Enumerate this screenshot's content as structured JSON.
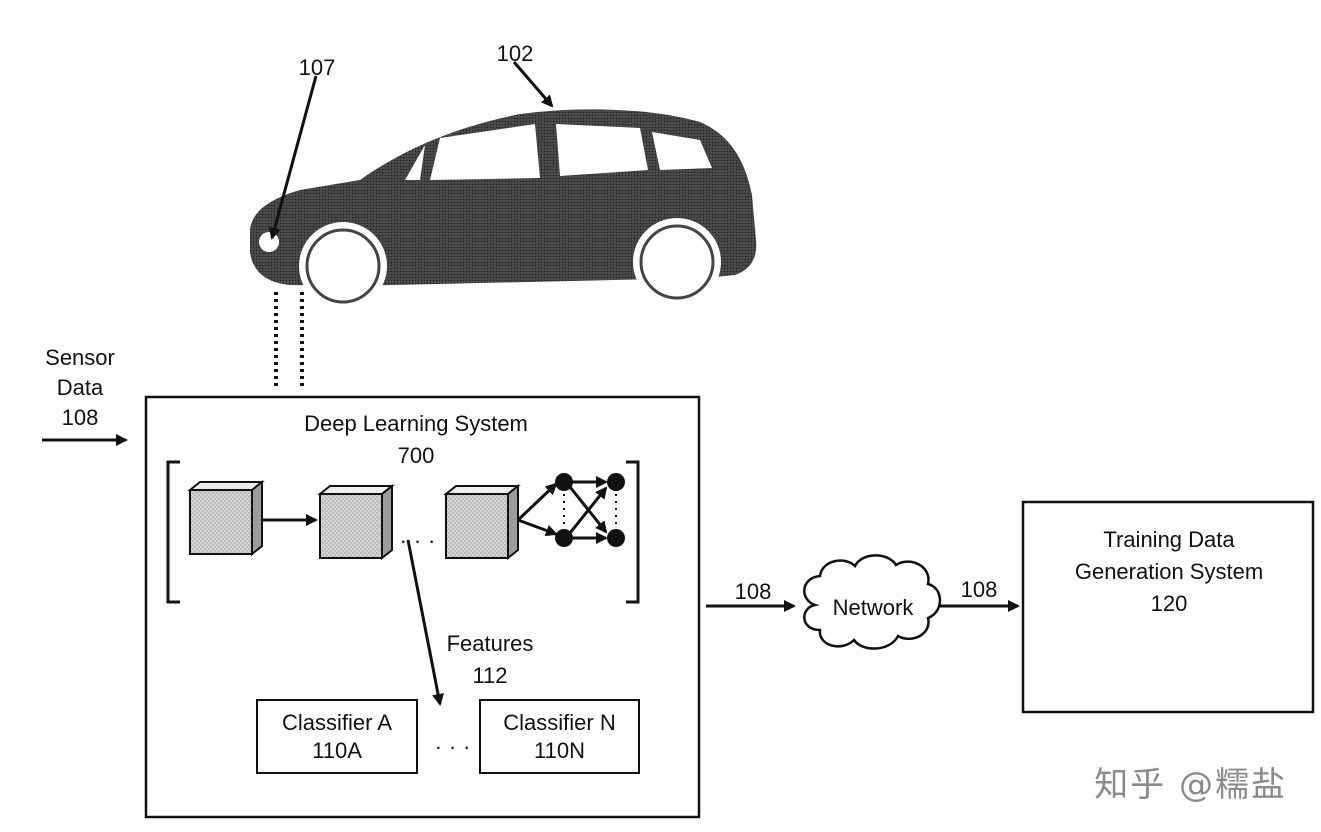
{
  "car": {
    "ref": "102",
    "sensor_ref": "107"
  },
  "sensor_input": {
    "line1": "Sensor",
    "line2": "Data",
    "line3": "108"
  },
  "deep_learning": {
    "title": "Deep Learning System",
    "ref": "700"
  },
  "features": {
    "label": "Features",
    "ref": "112"
  },
  "classifier_a": {
    "name": "Classifier A",
    "ref": "110A"
  },
  "classifier_n": {
    "name": "Classifier N",
    "ref": "110N"
  },
  "link_to_network": "108",
  "network": {
    "label": "Network"
  },
  "link_to_training": "108",
  "training": {
    "line1": "Training Data",
    "line2": "Generation System",
    "ref": "120"
  },
  "ellipsis": {
    "layers": ". . .",
    "classifiers": ". . ."
  },
  "watermark": "知乎 @糯盐",
  "colors": {
    "stroke": "#111111",
    "car_fill": "#3a3a3a",
    "cube_fill": "#c8c8c8",
    "watermark": "#8a8a8a"
  }
}
